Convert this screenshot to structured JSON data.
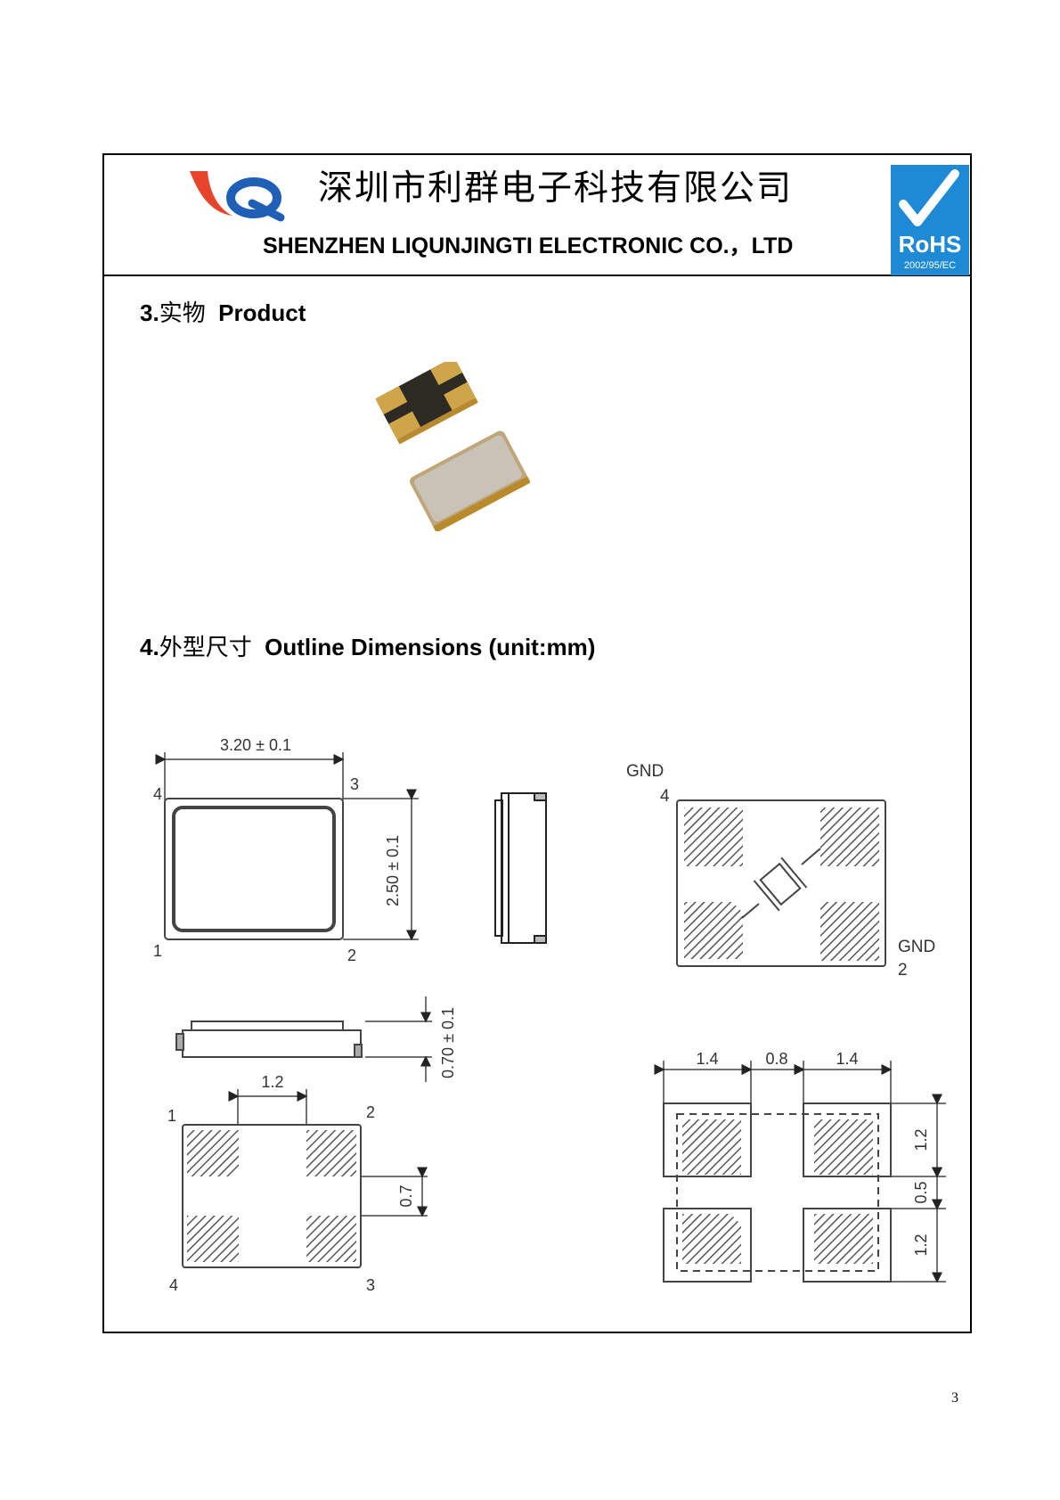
{
  "header": {
    "company_cn": "深圳市利群电子科技有限公司",
    "company_en": "SHENZHEN LIQUNJINGTI ELECTRONIC CO.，LTD",
    "rohs": {
      "main": "RoHS",
      "sub": "2002/95/EC"
    }
  },
  "section3": {
    "num": "3.",
    "cn": "实物",
    "en": "Product"
  },
  "section4": {
    "num": "4.",
    "cn": "外型尺寸",
    "en": "Outline Dimensions (unit:mm)"
  },
  "drawing": {
    "top_view": {
      "width": "3.20 ± 0.1",
      "height": "2.50 ± 0.1",
      "pins": [
        "4",
        "3",
        "1",
        "2"
      ]
    },
    "side_view": {
      "thickness": "0.70 ± 0.1"
    },
    "bottom_view": {
      "pad_spacing": "1.2",
      "pad_gap": "0.7",
      "pins": [
        "1",
        "2",
        "4",
        "3"
      ]
    },
    "internal": {
      "gnd_top": "GND",
      "pin_top": "4",
      "gnd_bottom": "GND",
      "pin_bottom": "2"
    },
    "land_pattern": {
      "w1": "1.4",
      "gap": "0.8",
      "w2": "1.4",
      "h1": "1.2",
      "hgap": "0.5",
      "h2": "1.2"
    }
  },
  "page": {
    "number": "3"
  }
}
